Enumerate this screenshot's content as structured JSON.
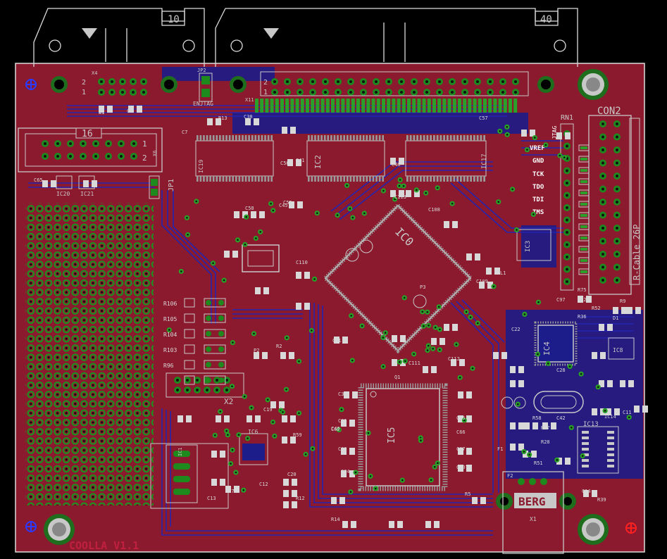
{
  "board": {
    "silkscreen_title": "COOLLA V1.1",
    "colors": {
      "background": "#000000",
      "copper_top": "#8b1a2e",
      "copper_bottom": "#1c1c8a",
      "pad": "#1e8a1e",
      "via": "#28a028",
      "silk": "#c8c8c8",
      "outline": "#dcdcdc"
    }
  },
  "connectors": {
    "jtag10": {
      "pin_count_label": "10",
      "pin_labels": [
        "2",
        "1"
      ],
      "ref": "X4"
    },
    "jtag40": {
      "pin_count_label": "40",
      "pin_labels": [
        "2",
        "1"
      ],
      "ref": "X11"
    },
    "jumper_jp2": {
      "ref": "JP2",
      "label": "ENJTAG"
    },
    "connector16": {
      "pin_count_label": "16",
      "pin_labels": [
        "1",
        "2"
      ],
      "ref": "X6"
    },
    "jp1": {
      "ref": "JP1"
    },
    "con2": {
      "ref": "CON2",
      "cable_label": "R-Cable 26P"
    },
    "berg": {
      "label": "BERG",
      "ref": "X1"
    },
    "x2": {
      "ref": "X2"
    }
  },
  "jtag_signals": {
    "header": "JTAG",
    "labels": [
      "VREF",
      "GND",
      "TCK",
      "TDO",
      "TDI",
      "TMS"
    ]
  },
  "chips": {
    "ic0": "IC0",
    "ic1": "IC1",
    "ic2": "IC2",
    "ic3": "IC3",
    "ic4": "IC4",
    "ic5": "IC5",
    "ic6": "IC6",
    "ic8": "IC8",
    "ic13": "IC13",
    "ic14": "IC14",
    "ic19": "IC19",
    "ic20": "IC20",
    "ic21": "IC21",
    "ic17": "IC17",
    "rn1": "RN1"
  },
  "components": {
    "resistors_left": [
      "R106",
      "R105",
      "R104",
      "R103",
      "R96"
    ],
    "misc_labels": [
      "C1",
      "C6",
      "C65",
      "C7",
      "C38",
      "C56",
      "C41",
      "C45",
      "C40",
      "C113",
      "C57",
      "C55",
      "C58",
      "C108",
      "C109",
      "C110",
      "C111",
      "C112",
      "C36",
      "C61",
      "C62",
      "C63",
      "C64",
      "C65",
      "C66",
      "C67",
      "C107",
      "C46",
      "C31",
      "C22",
      "C28",
      "C42",
      "C14",
      "C11",
      "C12",
      "C13",
      "C17",
      "C19",
      "C20",
      "R5",
      "R2",
      "R14",
      "R39",
      "R58",
      "R12",
      "R52",
      "R9",
      "D1",
      "P2",
      "P3",
      "Q1",
      "L1",
      "F1",
      "F2",
      "X1",
      "R27",
      "R28",
      "R51",
      "R59",
      "R82",
      "R75",
      "C97",
      "R13",
      "R36"
    ]
  }
}
